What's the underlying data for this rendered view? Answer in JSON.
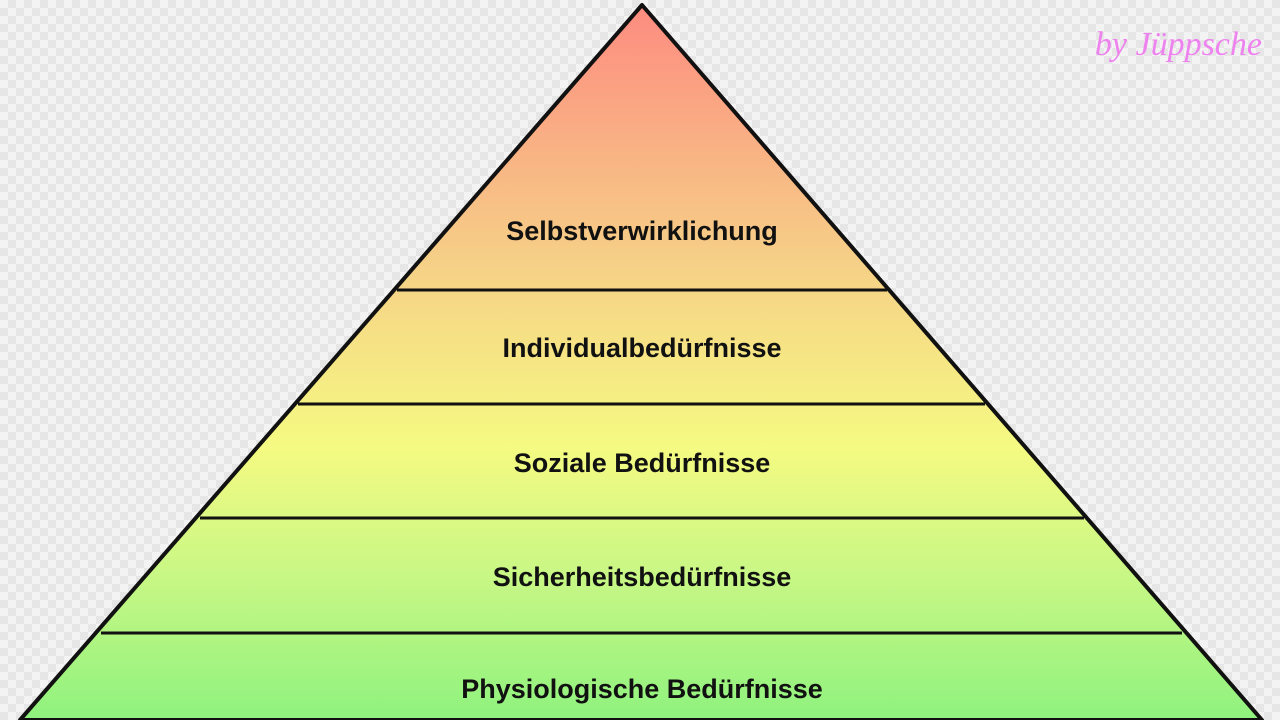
{
  "pyramid": {
    "levels": [
      {
        "label": "Selbstverwirklichung"
      },
      {
        "label": "Individualbedürfnisse"
      },
      {
        "label": "Soziale Bedürfnisse"
      },
      {
        "label": "Sicherheitsbedürfnisse"
      },
      {
        "label": "Physiologische Bedürfnisse"
      }
    ],
    "colors": {
      "top": "#fd8a80",
      "upper": "#f6cf87",
      "middle": "#f5fa82",
      "lower": "#c8f785",
      "bottom": "#8ff27e",
      "outline": "#111111"
    }
  },
  "watermark": "by Jüppsche"
}
